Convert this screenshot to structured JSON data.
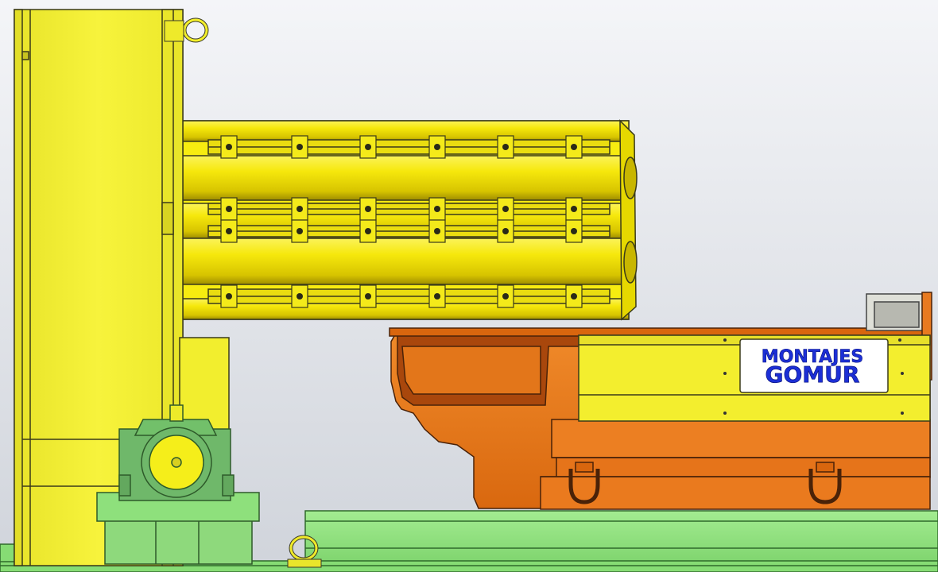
{
  "scene": {
    "kind": "3D CAD rendering of an industrial rotary drum machine on a skid",
    "colors": {
      "background_top": "#f4f5f8",
      "background_bottom": "#d4d8df",
      "frame_yellow": "#f2ee2a",
      "drum_yellow": "#f5e800",
      "drum_shadow": "#b9a800",
      "carriage_orange": "#e9771a",
      "carriage_dark": "#a9470c",
      "skid_green": "#8fe27d",
      "bearing_green": "#6fb86a",
      "logo_blue": "#1c2fd6",
      "outline": "#3a3a1a"
    }
  },
  "logo": {
    "line1": "MONTAJES",
    "line2": "GOMUR"
  }
}
